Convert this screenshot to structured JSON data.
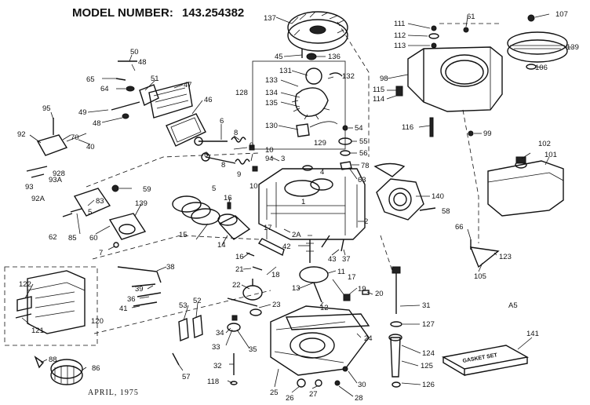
{
  "header": {
    "title": "MODEL NUMBER:",
    "model": "143.254382"
  },
  "footer": {
    "date": "APRIL, 1975",
    "code": "A5"
  },
  "gasket_set": {
    "label": "GASKET SET"
  },
  "part_labels": [
    "137",
    "45",
    "136",
    "131",
    "132",
    "133",
    "134",
    "135",
    "128",
    "130",
    "129",
    "111",
    "112",
    "113",
    "61",
    "107",
    "139",
    "98",
    "115",
    "114",
    "116",
    "106",
    "99",
    "50",
    "48",
    "65",
    "64",
    "51",
    "47",
    "95",
    "49",
    "48",
    "70",
    "46",
    "92",
    "40",
    "93",
    "928",
    "93A",
    "92A",
    "6",
    "8",
    "9",
    "10",
    "94",
    "54",
    "55",
    "56",
    "78",
    "63",
    "59",
    "16",
    "83",
    "139",
    "5",
    "62",
    "85",
    "60",
    "7",
    "15",
    "14",
    "17",
    "2A",
    "42",
    "43",
    "37",
    "140",
    "58",
    "2",
    "102",
    "101",
    "66",
    "123",
    "105",
    "16",
    "21",
    "18",
    "11",
    "22",
    "13",
    "17",
    "19",
    "20",
    "23",
    "12",
    "31",
    "127",
    "124",
    "125",
    "126",
    "141",
    "38",
    "39",
    "36",
    "41",
    "122",
    "121",
    "120",
    "88",
    "86",
    "53",
    "52",
    "34",
    "33",
    "35",
    "32",
    "118",
    "57",
    "24",
    "25",
    "26",
    "27",
    "28",
    "30",
    "4",
    "3",
    "1",
    "5",
    "6",
    "8",
    "9",
    "10"
  ]
}
